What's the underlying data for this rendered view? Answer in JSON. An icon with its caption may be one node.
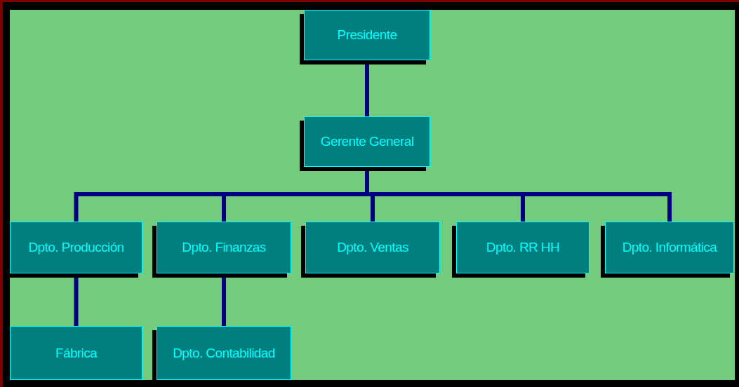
{
  "diagram": {
    "nodes": [
      {
        "text": [
          "Presidente"
        ]
      },
      {
        "text": [
          "Gerente General"
        ]
      },
      {
        "text": [
          "Dpto. Producción"
        ]
      },
      {
        "text": [
          "Dpto. Finanzas"
        ]
      },
      {
        "text": [
          "Dpto. Ventas"
        ]
      },
      {
        "text": [
          "Dpto. RR HH"
        ]
      },
      {
        "text": [
          "Dpto. Informática"
        ]
      },
      {
        "text": [
          "Fábrica"
        ]
      },
      {
        "text": [
          "Dpto. Contabilidad"
        ]
      }
    ],
    "edges": [
      {
        "from": 0,
        "to": 1,
        "arrow": "none"
      },
      {
        "from": 1,
        "to": 2,
        "arrow": "none"
      },
      {
        "from": 1,
        "to": 3,
        "arrow": "none"
      },
      {
        "from": 1,
        "to": 4,
        "arrow": "none"
      },
      {
        "from": 1,
        "to": 5,
        "arrow": "none"
      },
      {
        "from": 1,
        "to": 6,
        "arrow": "none"
      },
      {
        "from": 2,
        "to": 7,
        "arrow": "none"
      },
      {
        "from": 3,
        "to": 8,
        "arrow": "none"
      }
    ]
  }
}
